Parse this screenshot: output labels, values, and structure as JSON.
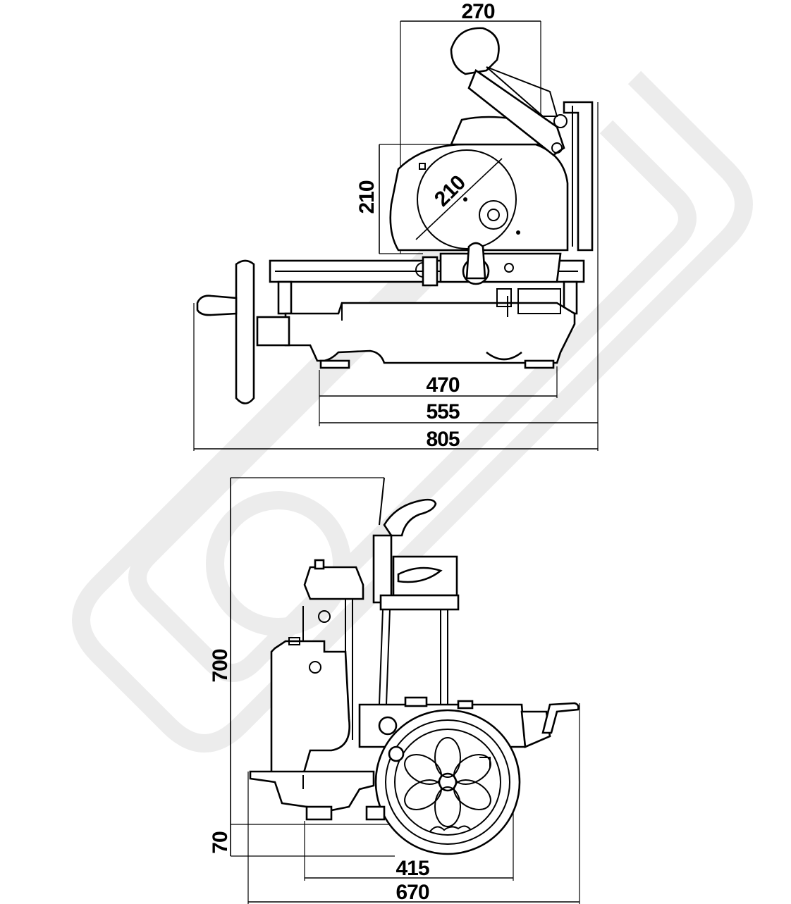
{
  "diagram": {
    "side_view": {
      "dimensions": {
        "top_width": "270",
        "height": "210",
        "blade_diameter": "210",
        "base_width": "470",
        "mid_width": "555",
        "overall_width": "805"
      }
    },
    "front_view": {
      "dimensions": {
        "overall_height": "700",
        "base_height": "70",
        "base_width": "415",
        "overall_width": "670"
      }
    },
    "colors": {
      "line": "#000000",
      "background": "#ffffff",
      "watermark": "#ececec"
    },
    "icons": [
      "watermark-logo-icon",
      "brand-signature-icon"
    ]
  }
}
